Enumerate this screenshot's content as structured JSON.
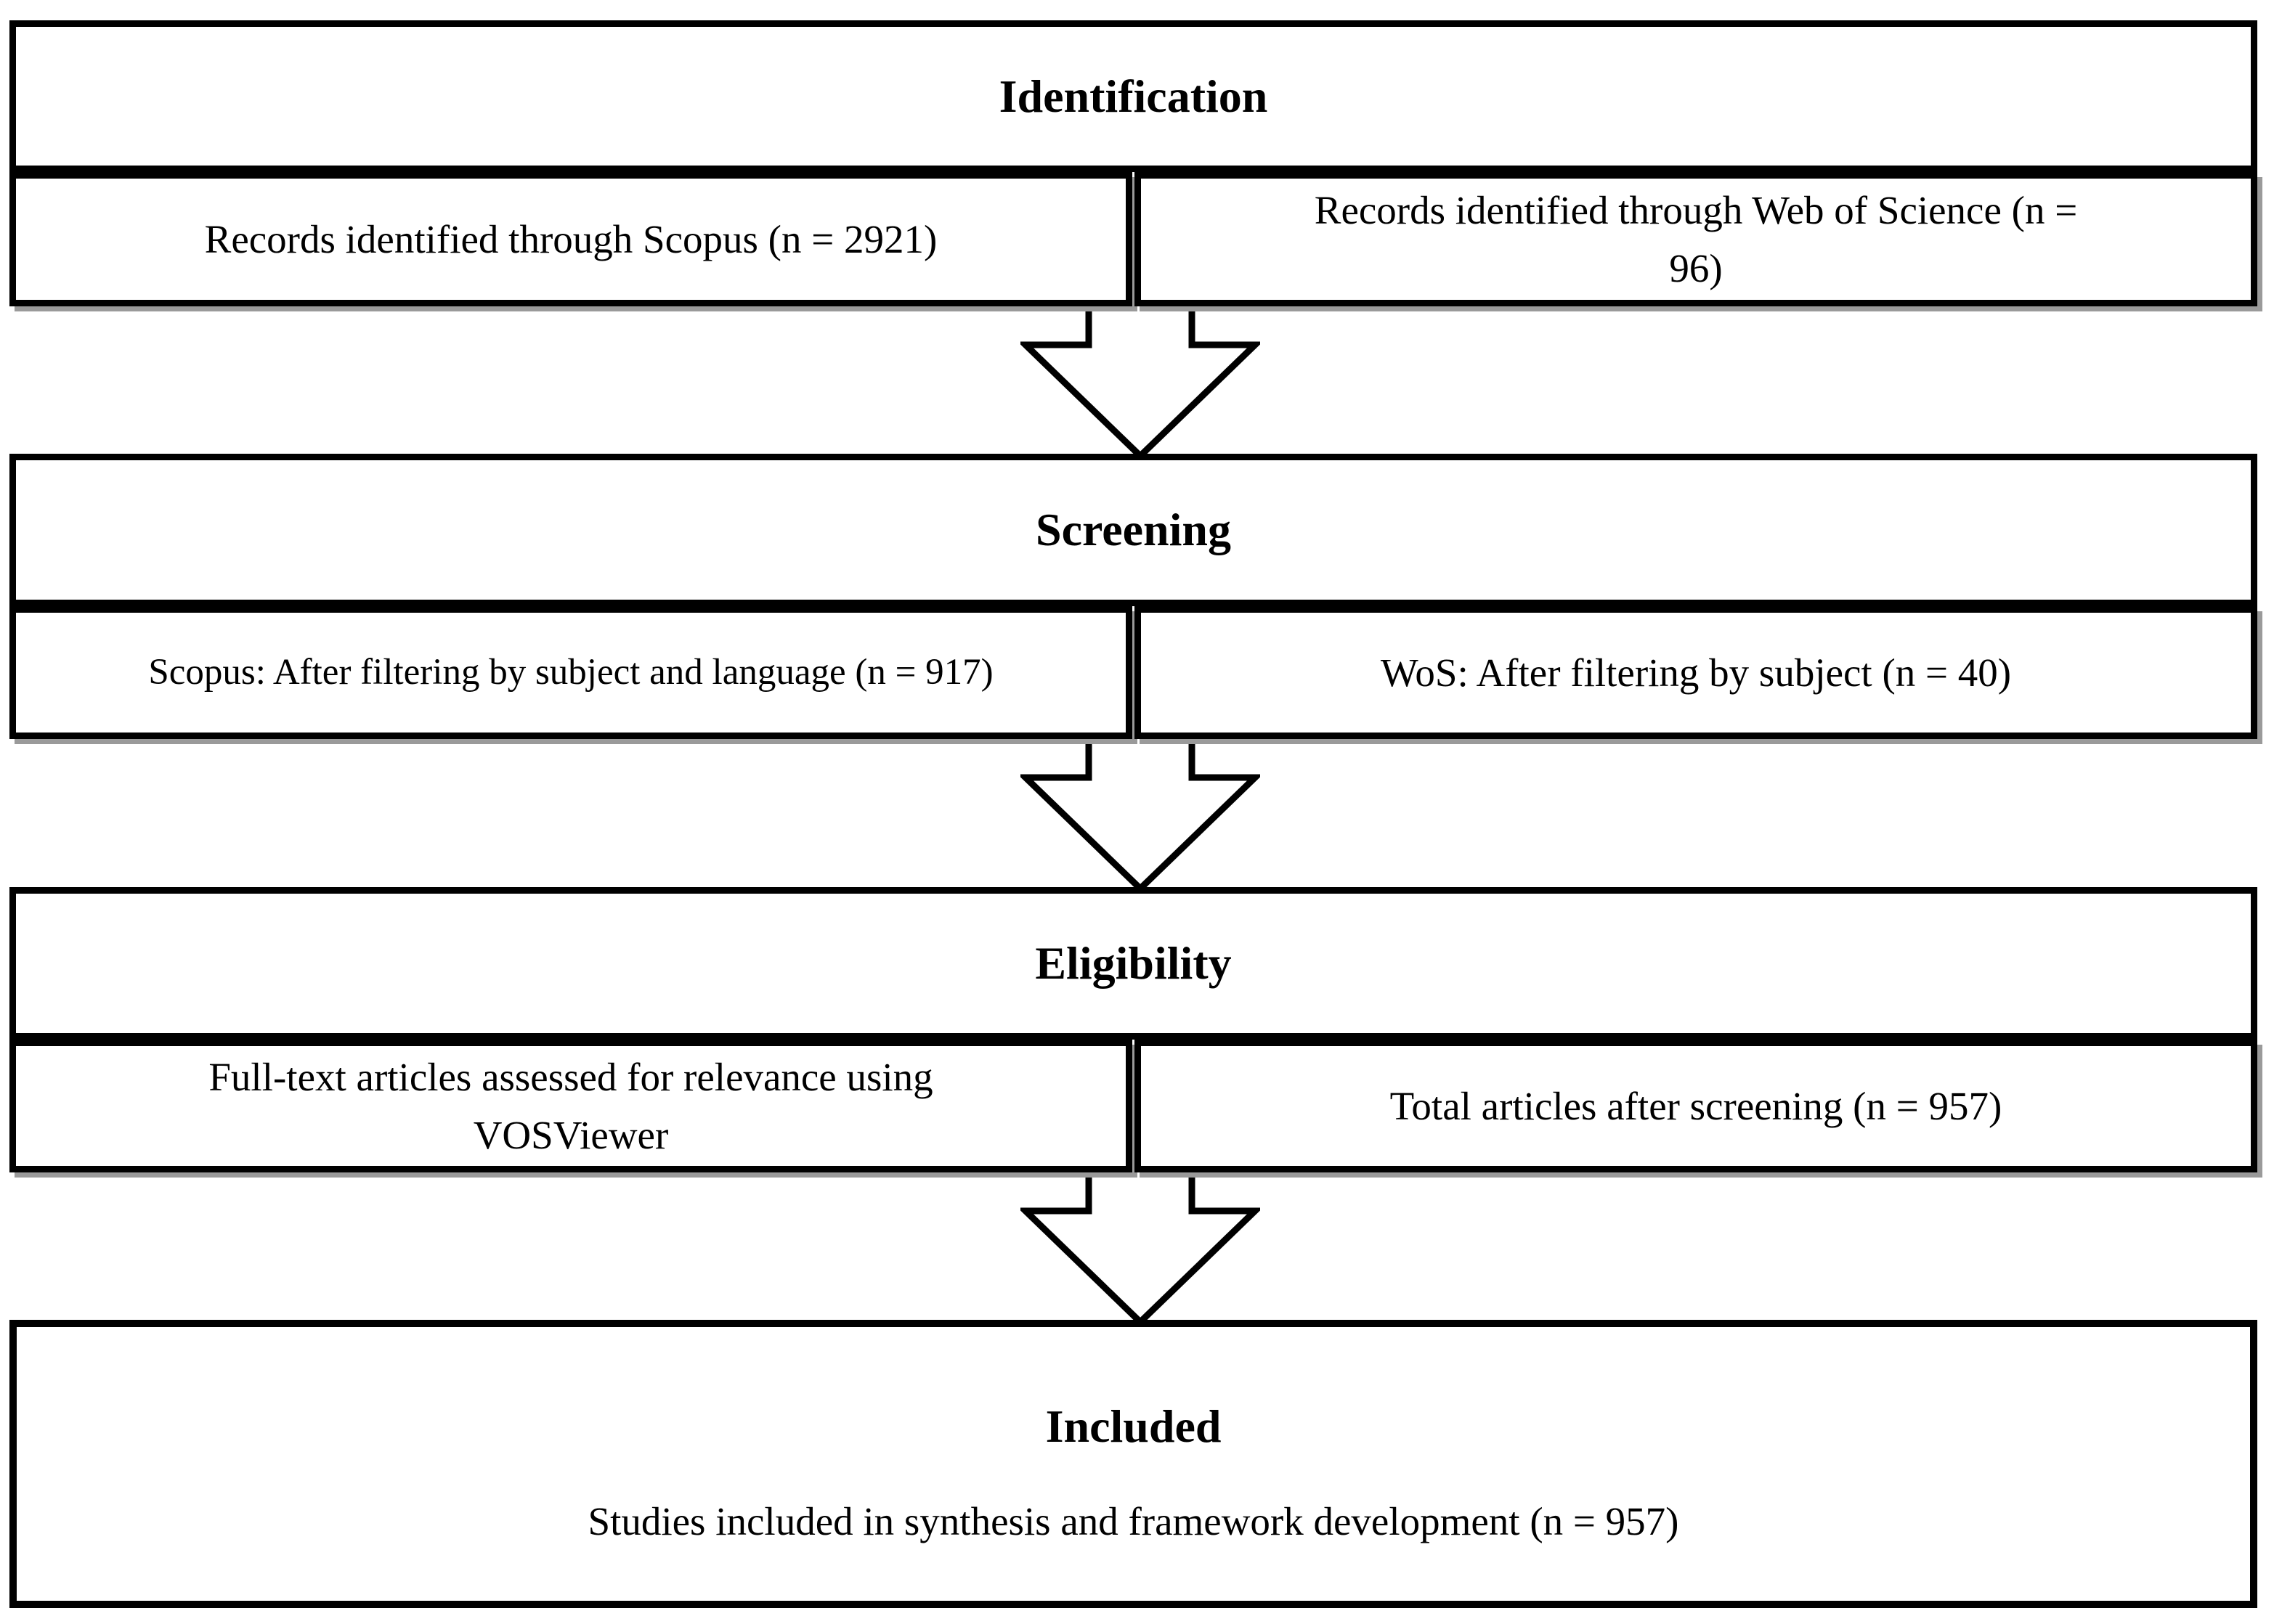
{
  "figure": {
    "kind": "prisma-flow-diagram",
    "colors": {
      "background": "#ffffff",
      "border": "#000000",
      "text": "#000000",
      "box_shadow": "#9a9a9a"
    },
    "arrows": {
      "count": 3,
      "icon": "down-arrow",
      "style": "hollow-block-arrow"
    },
    "sections": [
      {
        "id": "identification",
        "title": "Identification",
        "boxes": [
          {
            "text": "Records identified through Scopus (n = 2921)"
          },
          {
            "text": "Records identified through Web of Science (n =\n96)"
          }
        ]
      },
      {
        "id": "screening",
        "title": "Screening",
        "boxes": [
          {
            "text": "Scopus: After filtering by subject and language (n = 917)"
          },
          {
            "text": "WoS: After filtering by subject (n = 40)"
          }
        ]
      },
      {
        "id": "eligibility",
        "title": "Eligibility",
        "boxes": [
          {
            "text": "Full-text articles assessed for relevance using\nVOSViewer"
          },
          {
            "text": "Total articles after screening (n = 957)"
          }
        ]
      },
      {
        "id": "included",
        "title": "Included",
        "boxes": [
          {
            "text": "Studies included in synthesis and framework development (n = 957)"
          }
        ]
      }
    ]
  }
}
